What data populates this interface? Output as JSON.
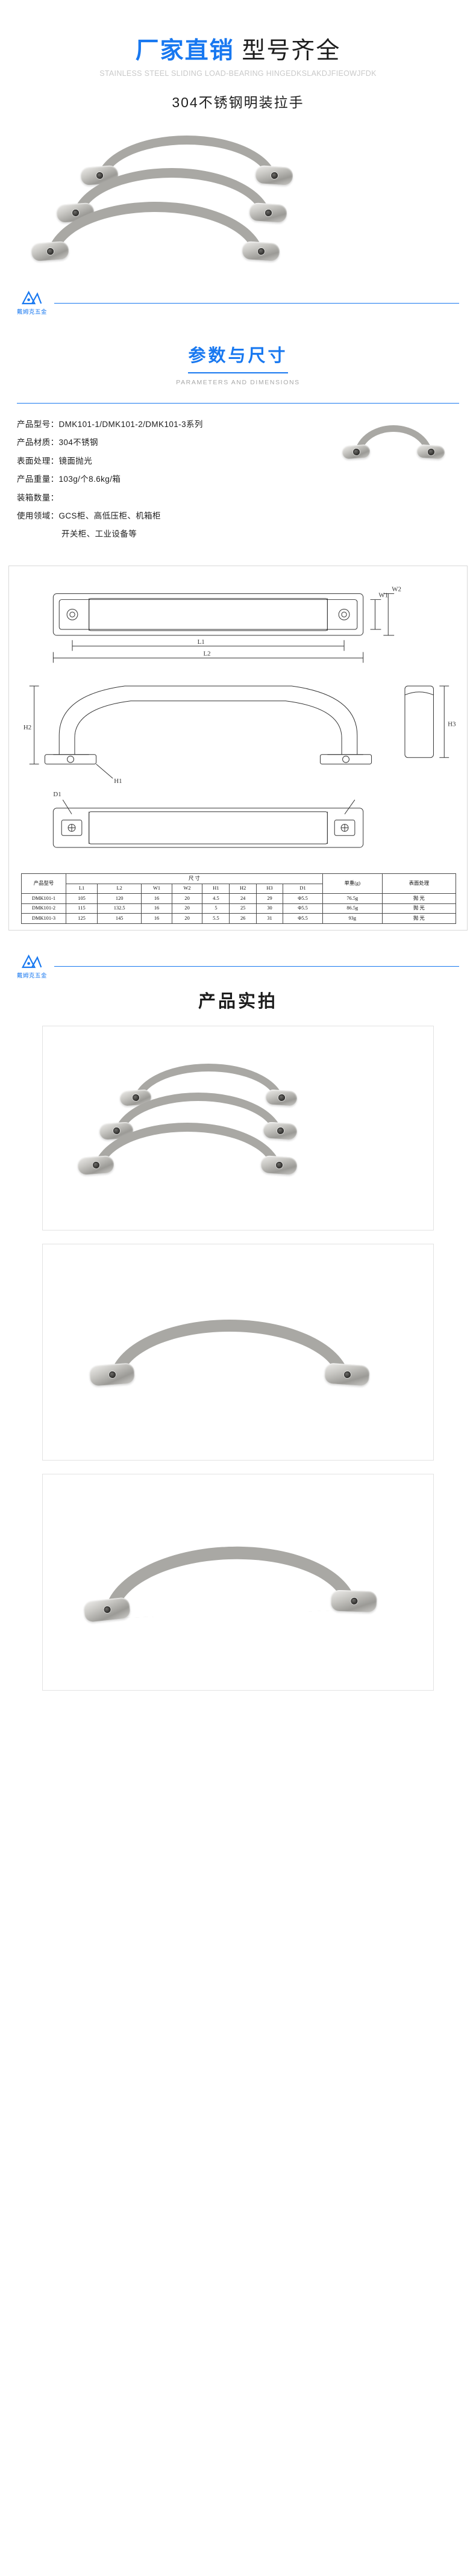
{
  "hero": {
    "title_blue": "厂家直销",
    "title_dark": "型号齐全",
    "subtitle_en": "STAINLESS STEEL SLIDING LOAD-BEARING HINGEDKSLAKDJFIEOWJFDK",
    "subtitle_cn": "304不锈钢明装拉手"
  },
  "brand": {
    "name": "戴姆克五金",
    "mark_icon": "dmk-logo-icon"
  },
  "params_section": {
    "title_cn": "参数与尺寸",
    "title_en": "PARAMETERS AND DIMENSIONS",
    "specs": [
      {
        "label": "产品型号：",
        "value": "DMK101-1/DMK101-2/DMK101-3系列"
      },
      {
        "label": "产品材质：",
        "value": "304不锈钢"
      },
      {
        "label": "表面处理：",
        "value": "镜面抛光"
      },
      {
        "label": "产品重量：",
        "value": "103g/个8.6kg/箱"
      },
      {
        "label": "装箱数量：",
        "value": ""
      },
      {
        "label": "使用领域：",
        "value": "GCS柜、高低压柜、机箱柜"
      }
    ],
    "specs_continued": "开关柜、工业设备等"
  },
  "drawing": {
    "labels": {
      "l1": "L1",
      "l2": "L2",
      "w1": "W1",
      "w2": "W2",
      "h1": "H1",
      "h2": "H2",
      "h3": "H3",
      "d1": "D1"
    }
  },
  "dim_table": {
    "group_headers": {
      "model": "产品型号",
      "dims": "尺  寸",
      "weight": "单重(g)",
      "finish": "表面处理"
    },
    "columns": [
      "L1",
      "L2",
      "W1",
      "W2",
      "H1",
      "H2",
      "H3",
      "D1"
    ],
    "rows": [
      {
        "model": "DMK101-1",
        "values": [
          "105",
          "120",
          "16",
          "20",
          "4.5",
          "24",
          "29",
          "Φ5.5"
        ],
        "weight": "76.5g",
        "finish": "抛 光"
      },
      {
        "model": "DMK101-2",
        "values": [
          "115",
          "132.5",
          "16",
          "20",
          "5",
          "25",
          "30",
          "Φ5.5"
        ],
        "weight": "86.5g",
        "finish": "抛 光"
      },
      {
        "model": "DMK101-3",
        "values": [
          "125",
          "145",
          "16",
          "20",
          "5.5",
          "26",
          "31",
          "Φ5.5"
        ],
        "weight": "93g",
        "finish": "抛 光"
      }
    ]
  },
  "photos_section": {
    "title": "产品实拍",
    "cards": [
      {
        "alt": "three-handles-group-photo"
      },
      {
        "alt": "single-handle-photo-front"
      },
      {
        "alt": "single-handle-photo-angled"
      }
    ]
  },
  "colors": {
    "accent_blue": "#1878f0",
    "metal_gray": "#a9a8a4",
    "text_dark": "#1d1d1d",
    "muted_gray": "#c9c9c9"
  }
}
